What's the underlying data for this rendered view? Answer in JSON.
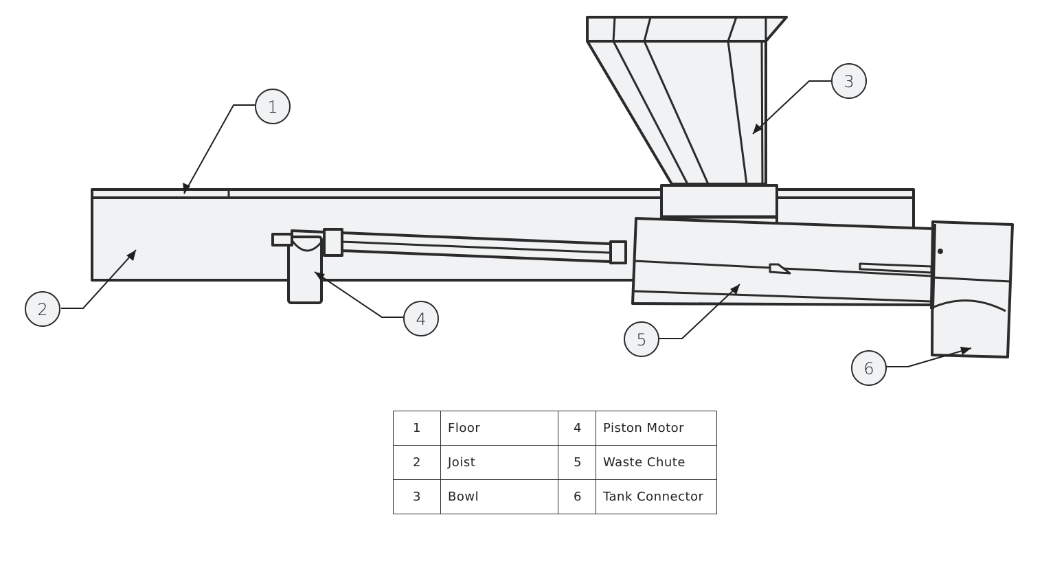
{
  "callouts": [
    {
      "number": "1",
      "label": "Floor"
    },
    {
      "number": "2",
      "label": "Joist"
    },
    {
      "number": "3",
      "label": "Bowl"
    },
    {
      "number": "4",
      "label": "Piston Motor"
    },
    {
      "number": "5",
      "label": "Waste Chute"
    },
    {
      "number": "6",
      "label": "Tank Connector"
    }
  ],
  "colors": {
    "line": "#2b2b2b",
    "fill": "#f1f2f3",
    "background": "#ffffff"
  }
}
